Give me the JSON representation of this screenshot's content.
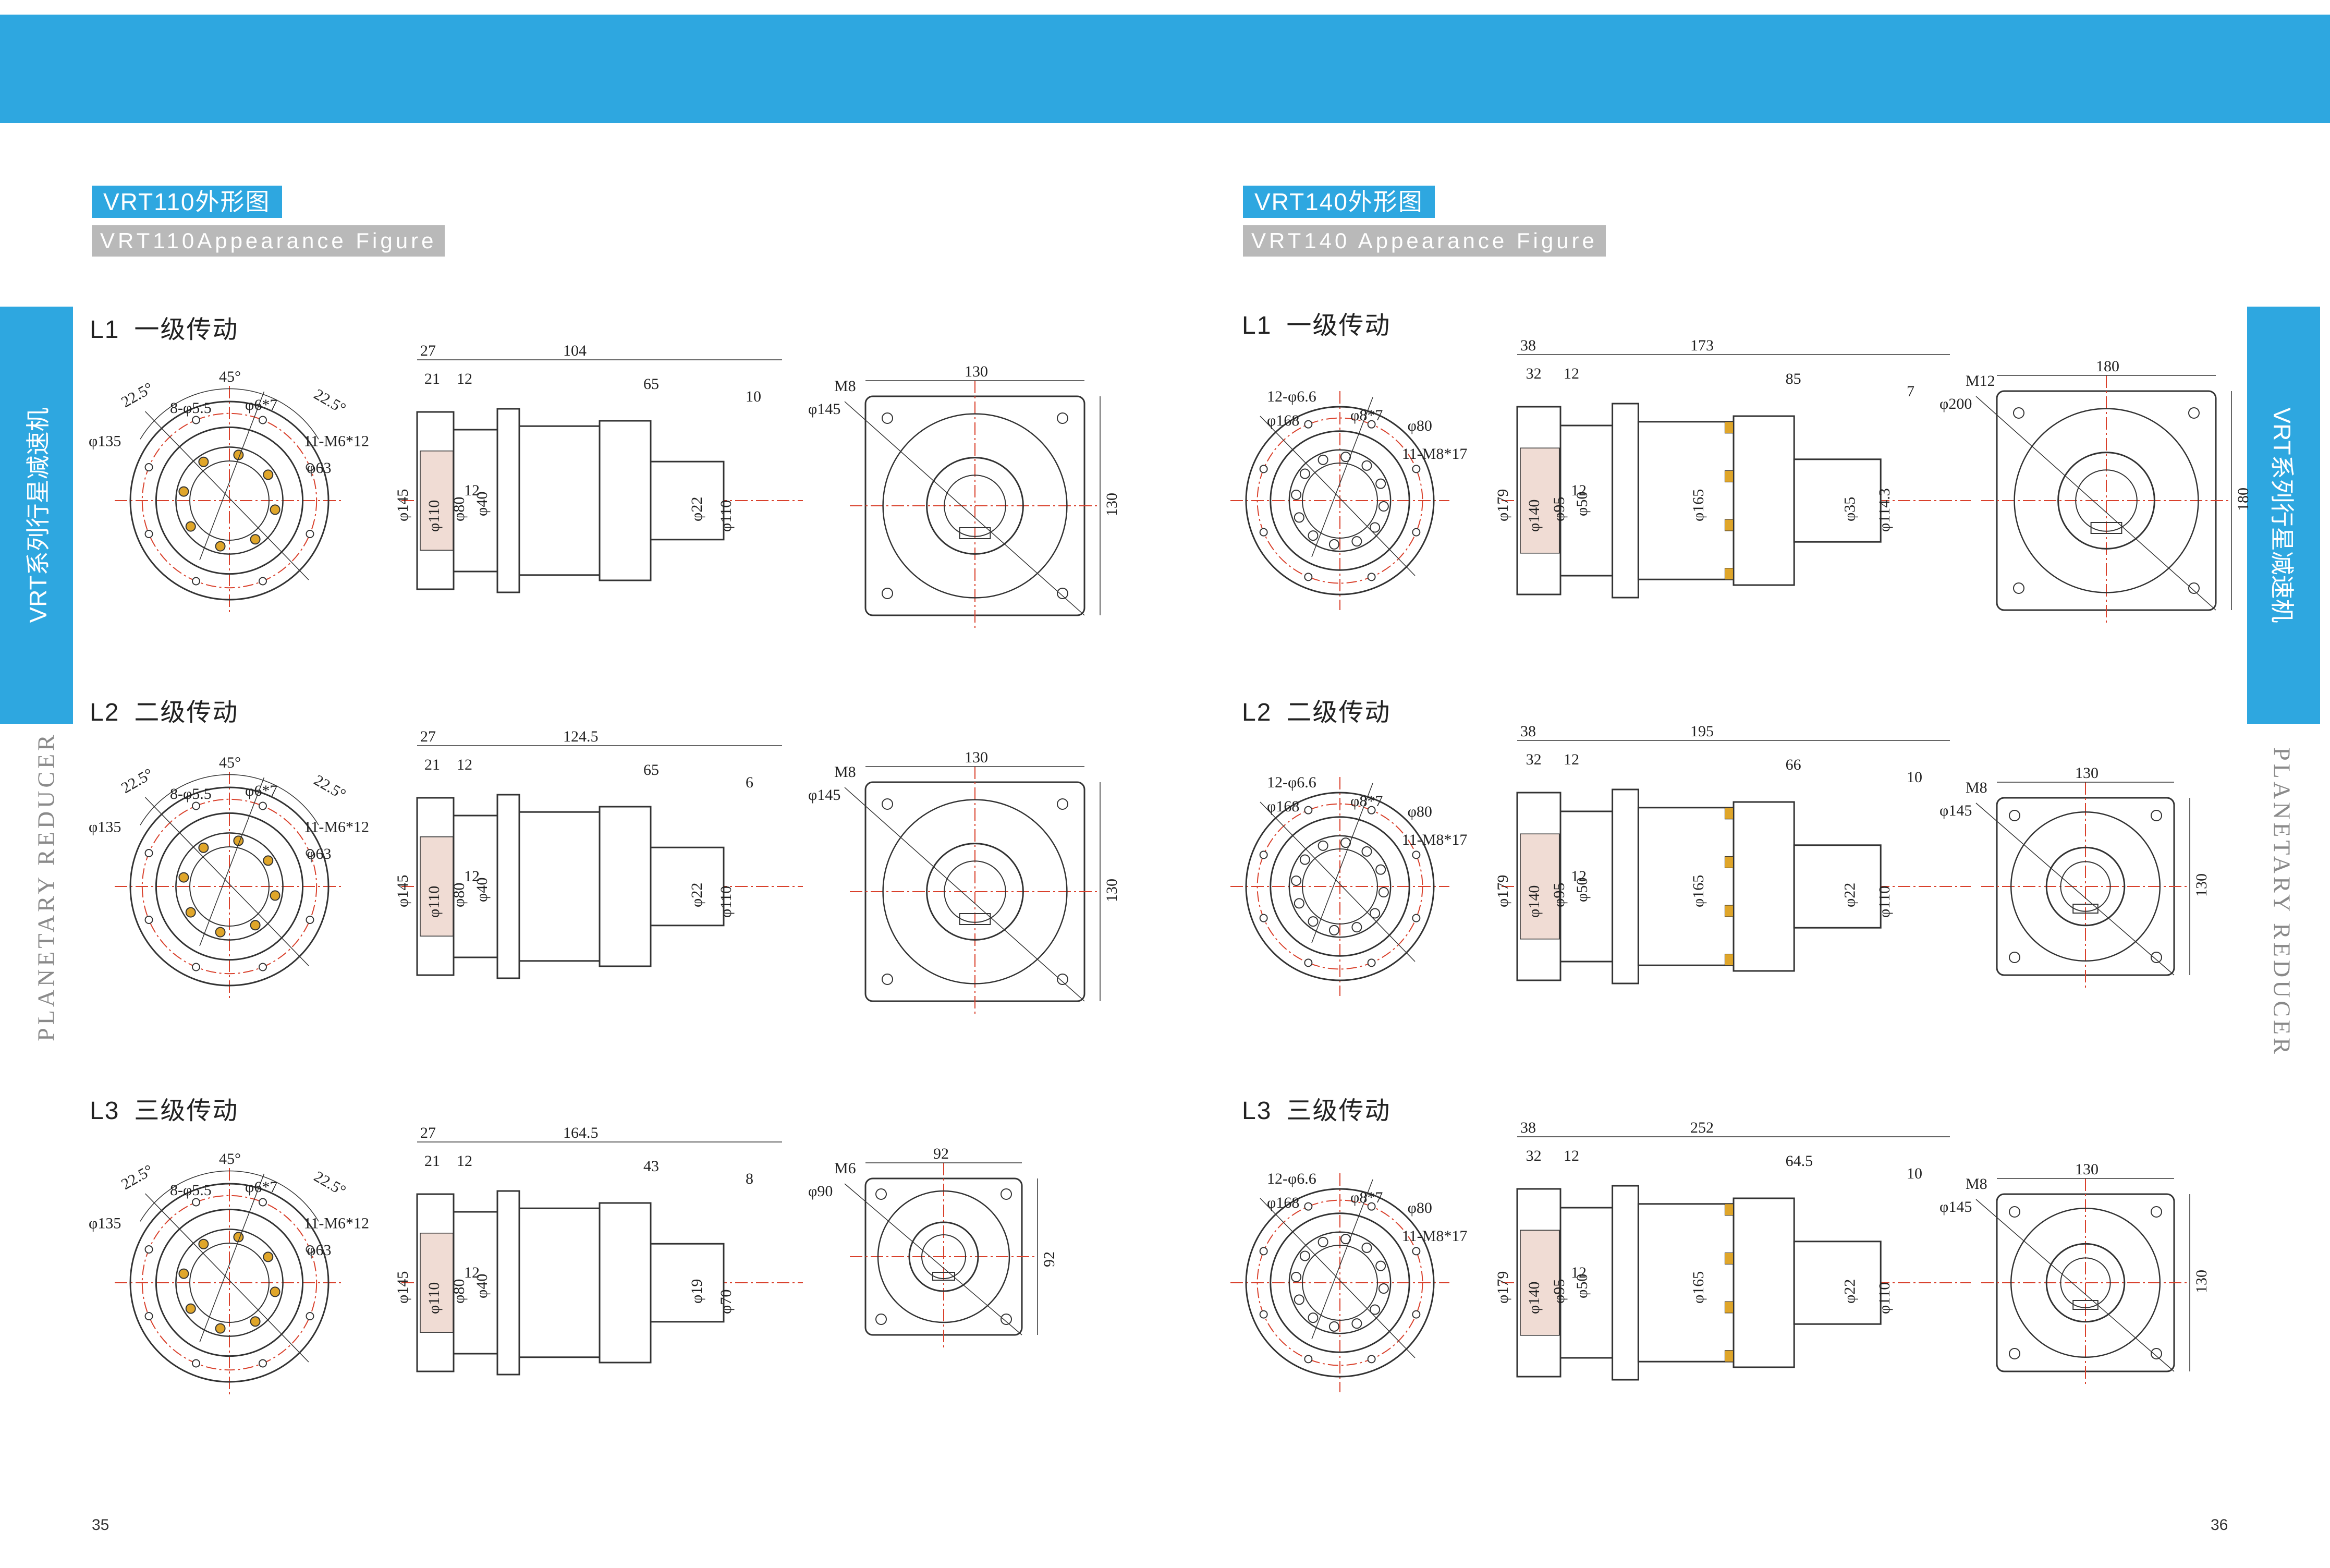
{
  "left_page": {
    "title_cn": "VRT110外形图",
    "title_en": "VRT110Appearance Figure",
    "side_tab": "VRT系列行星减速机",
    "vertical_text": "PLANETARY REDUCER",
    "page_number": "35",
    "sections": [
      {
        "code": "L1",
        "label": "一级传动"
      },
      {
        "code": "L2",
        "label": "二级传动"
      },
      {
        "code": "L3",
        "label": "三级传动"
      }
    ],
    "drawings": [
      {
        "front": {
          "angle_top": "45°",
          "angle_left": "22.5°",
          "angle_right": "22.5°",
          "hole1": "8-φ5.5",
          "hole2": "φ6*7",
          "pcd": "φ135",
          "thread": "11-M6*12",
          "bore": "φ63"
        },
        "side": {
          "d_top1": "27",
          "d_top2": "104",
          "d_mid1": "21",
          "d_mid2": "12",
          "d_mid3": "65",
          "d_mid4": "10",
          "dia1": "φ145",
          "dia2": "φ110",
          "dia3": "φ80",
          "dia4": "φ40",
          "key": "12",
          "shaft": "φ22",
          "pilot": "φ110"
        },
        "flange": {
          "width": "130",
          "height": "130",
          "screw": "M8",
          "pcd": "φ145"
        }
      },
      {
        "front": {
          "angle_top": "45°",
          "angle_left": "22.5°",
          "angle_right": "22.5°",
          "hole1": "8-φ5.5",
          "hole2": "φ6*7",
          "pcd": "φ135",
          "thread": "11-M6*12",
          "bore": "φ63"
        },
        "side": {
          "d_top1": "27",
          "d_top2": "124.5",
          "d_mid1": "21",
          "d_mid2": "12",
          "d_mid3": "65",
          "d_mid4": "6",
          "dia1": "φ145",
          "dia2": "φ110",
          "dia3": "φ80",
          "dia4": "φ40",
          "key": "12",
          "shaft": "φ22",
          "pilot": "φ110"
        },
        "flange": {
          "width": "130",
          "height": "130",
          "screw": "M8",
          "pcd": "φ145"
        }
      },
      {
        "front": {
          "angle_top": "45°",
          "angle_left": "22.5°",
          "angle_right": "22.5°",
          "hole1": "8-φ5.5",
          "hole2": "φ6*7",
          "pcd": "φ135",
          "thread": "11-M6*12",
          "bore": "φ63"
        },
        "side": {
          "d_top1": "27",
          "d_top2": "164.5",
          "d_mid1": "21",
          "d_mid2": "12",
          "d_mid3": "43",
          "d_mid4": "8",
          "dia1": "φ145",
          "dia2": "φ110",
          "dia3": "φ80",
          "dia4": "φ40",
          "key": "12",
          "shaft": "φ19",
          "pilot": "φ70"
        },
        "flange": {
          "width": "92",
          "height": "92",
          "screw": "M6",
          "pcd": "φ90"
        }
      }
    ]
  },
  "right_page": {
    "title_cn": "VRT140外形图",
    "title_en": "VRT140 Appearance Figure",
    "side_tab": "VRT系列行星减速机",
    "vertical_text": "PLANETARY REDUCER",
    "page_number": "36",
    "sections": [
      {
        "code": "L1",
        "label": "一级传动"
      },
      {
        "code": "L2",
        "label": "二级传动"
      },
      {
        "code": "L3",
        "label": "三级传动"
      }
    ],
    "drawings": [
      {
        "front": {
          "hole1": "12-φ6.6",
          "pcd": "φ168",
          "hole2": "φ8*7",
          "bore": "φ80",
          "thread": "11-M8*17"
        },
        "side": {
          "d_top1": "38",
          "d_top2": "173",
          "d_mid1": "32",
          "d_mid2": "12",
          "d_mid3": "85",
          "d_mid4": "7",
          "dia1": "φ179",
          "dia2": "φ140",
          "dia3": "φ95",
          "dia4": "φ50",
          "key": "12",
          "body": "φ165",
          "shaft": "φ35",
          "pilot": "φ114.3"
        },
        "flange": {
          "width": "180",
          "height": "180",
          "screw": "M12",
          "pcd": "φ200"
        }
      },
      {
        "front": {
          "hole1": "12-φ6.6",
          "pcd": "φ168",
          "hole2": "φ8*7",
          "bore": "φ80",
          "thread": "11-M8*17"
        },
        "side": {
          "d_top1": "38",
          "d_top2": "195",
          "d_mid1": "32",
          "d_mid2": "12",
          "d_mid3": "66",
          "d_mid4": "10",
          "dia1": "φ179",
          "dia2": "φ140",
          "dia3": "φ95",
          "dia4": "φ50",
          "key": "12",
          "body": "φ165",
          "shaft": "φ22",
          "pilot": "φ110"
        },
        "flange": {
          "width": "130",
          "height": "130",
          "screw": "M8",
          "pcd": "φ145"
        }
      },
      {
        "front": {
          "hole1": "12-φ6.6",
          "pcd": "φ168",
          "hole2": "φ8*7",
          "bore": "φ80",
          "thread": "11-M8*17"
        },
        "side": {
          "d_top1": "38",
          "d_top2": "252",
          "d_mid1": "32",
          "d_mid2": "12",
          "d_mid3": "64.5",
          "d_mid4": "10",
          "dia1": "φ179",
          "dia2": "φ140",
          "dia3": "φ95",
          "dia4": "φ50",
          "key": "12",
          "body": "φ165",
          "shaft": "φ22",
          "pilot": "φ110"
        },
        "flange": {
          "width": "130",
          "height": "130",
          "screw": "M8",
          "pcd": "φ145"
        }
      }
    ]
  }
}
